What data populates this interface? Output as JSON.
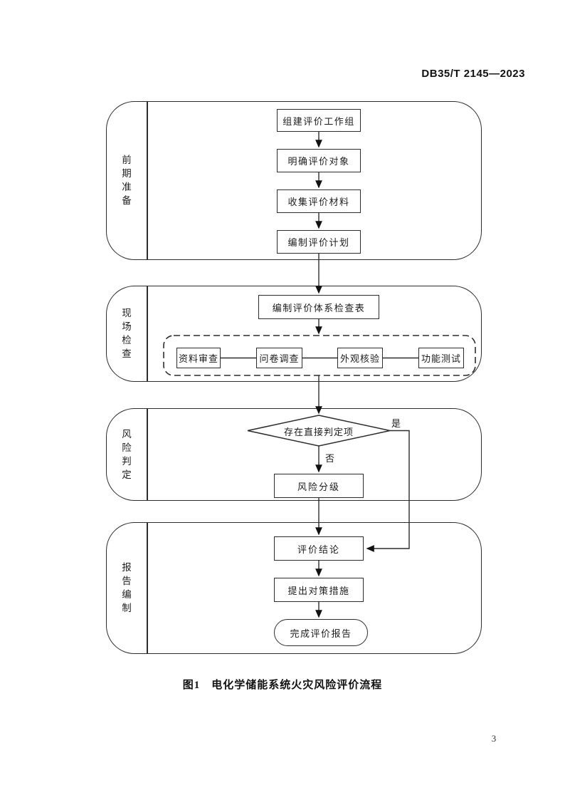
{
  "page": {
    "doc_number": "DB35/T 2145—2023",
    "caption_prefix": "图1",
    "caption_title": "电化学储能系统火灾风险评价流程",
    "page_number": "3"
  },
  "flowchart": {
    "lanes": [
      {
        "label": "前期准备"
      },
      {
        "label": "现场检查"
      },
      {
        "label": "风险判定"
      },
      {
        "label": "报告编制"
      }
    ],
    "nodes": {
      "form_team": "组建评价工作组",
      "define_target": "明确评价对象",
      "collect_materials": "收集评价材料",
      "make_plan": "编制评价计划",
      "checklist": "编制评价体系检查表",
      "doc_review": "资料审查",
      "questionnaire": "问卷调查",
      "visual_check": "外观核验",
      "function_test": "功能测试",
      "decision": "存在直接判定项",
      "yes_label": "是",
      "no_label": "否",
      "risk_grading": "风险分级",
      "conclusion": "评价结论",
      "measures": "提出对策措施",
      "final_report": "完成评价报告"
    }
  }
}
